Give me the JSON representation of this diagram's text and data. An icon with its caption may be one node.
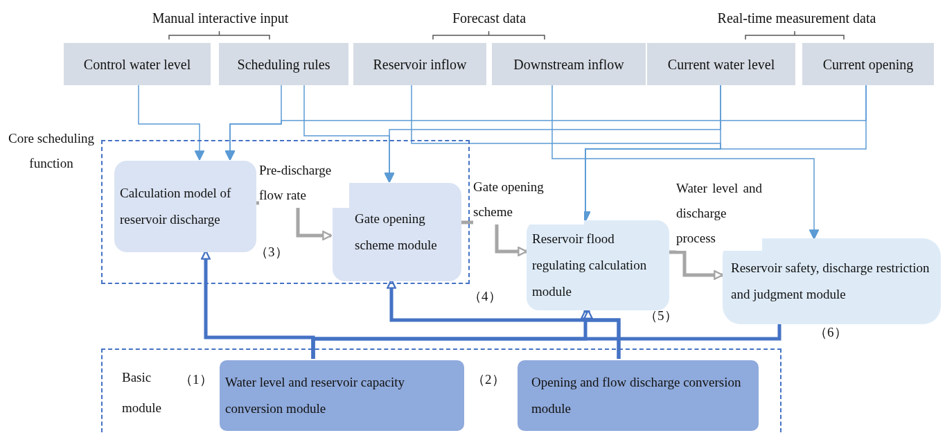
{
  "diagram": {
    "nodes": [
      {
        "text": [
          "Control water level"
        ]
      },
      {
        "text": [
          "Scheduling rules"
        ]
      },
      {
        "text": [
          "Reservoir inflow"
        ]
      },
      {
        "text": [
          "Downstream inflow"
        ]
      },
      {
        "text": [
          "Current water level"
        ]
      },
      {
        "text": [
          "Current opening"
        ]
      },
      {
        "text": [
          "Core scheduling function"
        ]
      },
      {
        "text": [
          "Calculation model of reservoir discharge"
        ],
        "in": 6,
        "beside": [
          "（3）"
        ]
      },
      {
        "text": [
          "Gate opening scheme module"
        ],
        "in": 6,
        "beside": [
          "（4）"
        ]
      },
      {
        "text": [
          "Reservoir flood regulating calculation module"
        ],
        "beside": [
          "（5）"
        ]
      },
      {
        "text": [
          "Reservoir safety, discharge restriction and judgment module"
        ],
        "beside": [
          "（6）"
        ]
      },
      {
        "text": [
          "Basic module"
        ]
      },
      {
        "text": [
          "Water level and reservoir capacity conversion module"
        ],
        "in": 11,
        "beside": [
          "（1）"
        ]
      },
      {
        "text": [
          "Opening and flow discharge conversion module"
        ],
        "in": 11,
        "beside": [
          "（2）"
        ]
      }
    ],
    "edges": [
      {
        "from": 0,
        "to": 7,
        "arrow": "to"
      },
      {
        "from": 1,
        "to": 7,
        "arrow": "to"
      },
      {
        "from": 5,
        "to": 7,
        "arrow": "to"
      },
      {
        "from": 1,
        "to": 8,
        "arrow": "to"
      },
      {
        "from": 4,
        "to": 8,
        "arrow": "to"
      },
      {
        "from": 2,
        "to": 9,
        "arrow": "to"
      },
      {
        "from": 4,
        "to": 9,
        "arrow": "to"
      },
      {
        "from": 5,
        "to": 9,
        "arrow": "to"
      },
      {
        "from": 3,
        "to": 10,
        "arrow": "to"
      },
      {
        "from": 7,
        "to": 8,
        "arrow": "to",
        "label": "Pre-discharge flow rate",
        "style": "thick",
        "color": "#a6a6a6"
      },
      {
        "from": 8,
        "to": 9,
        "arrow": "to",
        "label": "Gate opening scheme",
        "style": "thick",
        "color": "#a6a6a6"
      },
      {
        "from": 9,
        "to": 10,
        "arrow": "to",
        "label": "Water level and discharge process",
        "style": "thick",
        "color": "#a6a6a6"
      },
      {
        "from": 12,
        "to": 7,
        "arrow": "to",
        "style": "thick",
        "color": "#4472c4"
      },
      {
        "from": 12,
        "to": 9,
        "arrow": "to",
        "style": "thick",
        "color": "#4472c4"
      },
      {
        "from": 12,
        "to": 10,
        "arrow": "none",
        "style": "thick",
        "color": "#4472c4"
      },
      {
        "from": 13,
        "to": 8,
        "arrow": "to",
        "style": "thick",
        "color": "#4472c4"
      },
      {
        "from": 13,
        "to": 9,
        "arrow": "to",
        "style": "thick",
        "color": "#4472c4"
      }
    ],
    "labels": [
      "Manual interactive input",
      "Forecast data",
      "Real-time measurement data"
    ]
  }
}
